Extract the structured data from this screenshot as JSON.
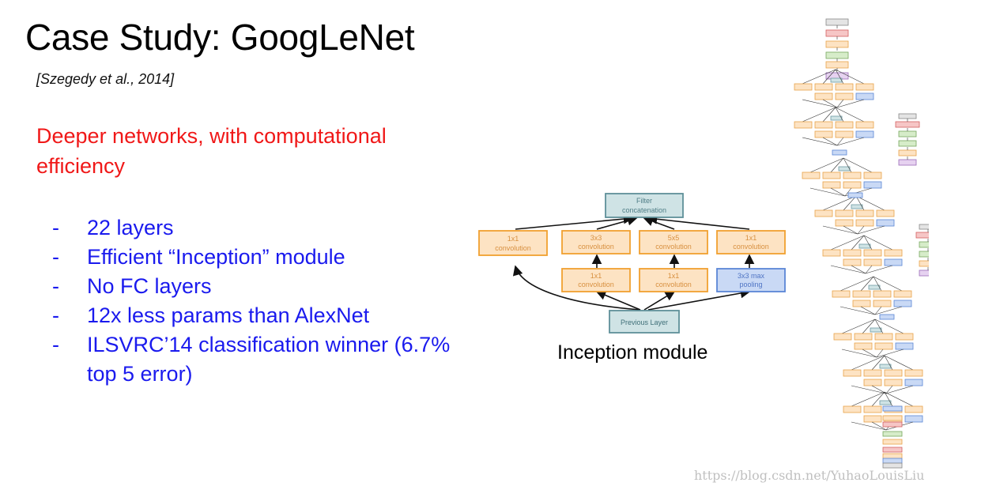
{
  "slide": {
    "title": "Case Study: GoogLeNet",
    "citation": "[Szegedy et al., 2014]",
    "subtitle": "Deeper networks, with computational efficiency",
    "bullets": [
      "22 layers",
      "Efficient “Inception” module",
      "No FC layers",
      "12x less params than AlexNet",
      "ILSVRC’14 classification winner (6.7% top 5 error)"
    ],
    "bullet_marker": "-"
  },
  "inception_module": {
    "caption": "Inception module",
    "filter_concat": "Filter concatenation",
    "conv_1x1_left": "1x1 convolution",
    "conv_3x3": "3x3 convolution",
    "conv_5x5": "5x5 convolution",
    "conv_1x1_right": "1x1 convolution",
    "reduce_1x1_a": "1x1 convolution",
    "reduce_1x1_b": "1x1 convolution",
    "maxpool": "3x3 max pooling",
    "previous_layer": "Previous Layer"
  },
  "colors": {
    "title": "#000000",
    "subtitle": "#f01818",
    "bullets": "#1a1aee",
    "conv_fill": "#fde3c3",
    "conv_border": "#f0a030",
    "conv_text": "#d89040",
    "teal_fill": "#cfe3e5",
    "teal_border": "#5e9099",
    "pool_fill": "#c9d9f5",
    "pool_border": "#5b86d6",
    "watermark": "#c0c0c0"
  },
  "watermark": "https://blog.csdn.net/YuhaoLouisLiu"
}
